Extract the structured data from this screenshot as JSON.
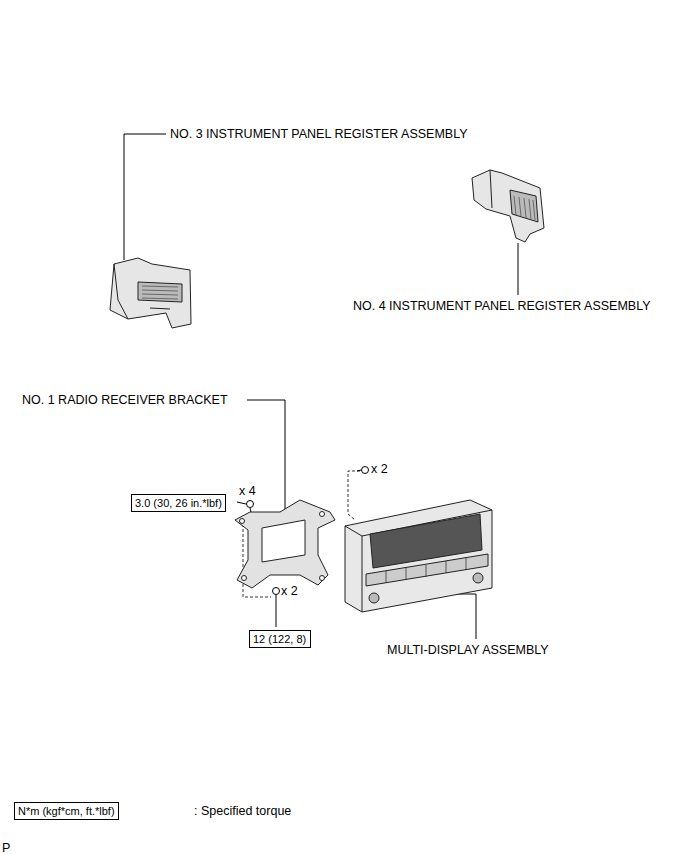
{
  "diagram": {
    "nodes": [
      {
        "text": [
          "3.0 (30, 26 in.*lbf)"
        ]
      },
      {
        "text": [
          "12 (122, 8)"
        ]
      },
      {
        "text": [
          "N*m (kgf*cm, ft.*lbf)"
        ]
      }
    ],
    "labels": [
      "NO. 3 INSTRUMENT PANEL REGISTER ASSEMBLY",
      "NO. 4 INSTRUMENT PANEL REGISTER ASSEMBLY",
      "NO. 1 RADIO RECEIVER BRACKET",
      "x 2",
      "x 4",
      "x 2",
      "MULTI-DISPLAY ASSEMBLY",
      ": Specified torque",
      "P"
    ]
  }
}
